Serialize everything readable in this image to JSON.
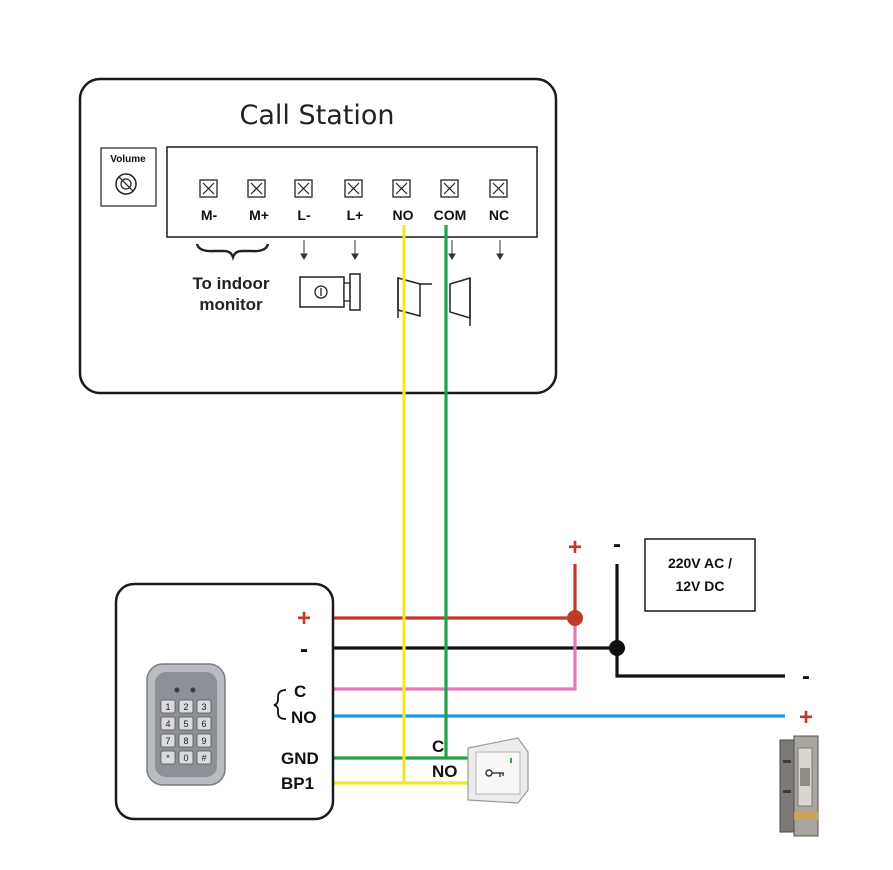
{
  "call_station": {
    "title": "Call Station",
    "volume_label": "Volume",
    "terminals": [
      "M-",
      "M+",
      "L-",
      "L+",
      "NO",
      "COM",
      "NC"
    ],
    "indoor_line1": "To indoor",
    "indoor_line2": "monitor"
  },
  "keypad": {
    "plus_label": "+",
    "minus_label": "-",
    "c_label": "C",
    "no_label": "NO",
    "gnd_label": "GND",
    "bp1_label": "BP1",
    "keys": [
      "1",
      "2",
      "3",
      "4",
      "5",
      "6",
      "7",
      "8",
      "9",
      "*",
      "0",
      "#"
    ]
  },
  "exit_button": {
    "c_label": "C",
    "no_label": "NO"
  },
  "power_supply": {
    "line1": "220V AC /",
    "line2": "12V DC",
    "plus_label": "+",
    "minus_label": "-"
  },
  "lock": {
    "minus_label": "-",
    "plus_label": "+"
  },
  "colors": {
    "red_wire": "#c0392b",
    "black_wire": "#111111",
    "pink_wire": "#e377b8",
    "blue_wire": "#1f9ad6",
    "green_wire": "#23a04a",
    "yellow_wire": "#f2e82a"
  }
}
